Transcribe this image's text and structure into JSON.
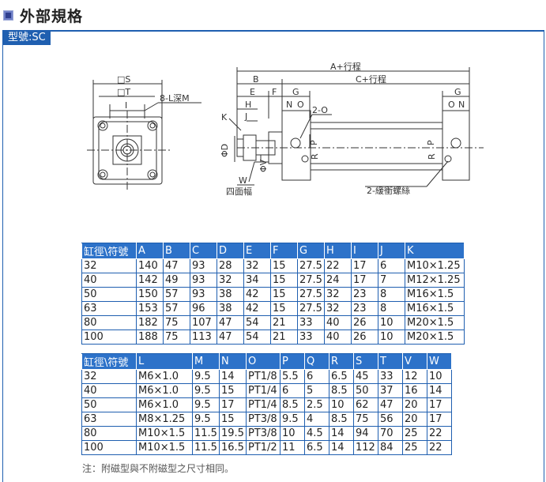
{
  "header": {
    "title": "外部規格"
  },
  "model_tag": "型號:SC",
  "drawing": {
    "front_labels": {
      "s": "□S",
      "t": "□T",
      "i": "I",
      "thread": "8-L深M"
    },
    "side_labels": {
      "a_stroke": "A+行程",
      "b": "B",
      "c_stroke": "C+行程",
      "g": "G",
      "e": "E",
      "f": "F",
      "h": "H",
      "k": "K",
      "j": "J",
      "n": "N",
      "o": "O",
      "port": "2-O",
      "d": "ΦD",
      "v": "ΦV",
      "w": "W",
      "four_face": "四面幅",
      "p": "P",
      "r": "R",
      "cushion": "2-緩衝螺絲"
    }
  },
  "table1": {
    "headers": [
      "缸徑\\符號",
      "A",
      "B",
      "C",
      "D",
      "E",
      "F",
      "G",
      "H",
      "I",
      "J",
      "K"
    ],
    "rows": [
      [
        "32",
        "140",
        "47",
        "93",
        "28",
        "32",
        "15",
        "27.5",
        "22",
        "17",
        "6",
        "M10×1.25"
      ],
      [
        "40",
        "142",
        "49",
        "93",
        "32",
        "34",
        "15",
        "27.5",
        "24",
        "17",
        "7",
        "M12×1.25"
      ],
      [
        "50",
        "150",
        "57",
        "93",
        "38",
        "42",
        "15",
        "27.5",
        "32",
        "23",
        "8",
        "M16×1.5"
      ],
      [
        "63",
        "153",
        "57",
        "96",
        "38",
        "42",
        "15",
        "27.5",
        "32",
        "23",
        "8",
        "M16×1.5"
      ],
      [
        "80",
        "182",
        "75",
        "107",
        "47",
        "54",
        "21",
        "33",
        "40",
        "26",
        "10",
        "M20×1.5"
      ],
      [
        "100",
        "188",
        "75",
        "113",
        "47",
        "54",
        "21",
        "33",
        "40",
        "26",
        "10",
        "M20×1.5"
      ]
    ]
  },
  "table2": {
    "headers": [
      "缸徑\\符號",
      "L",
      "M",
      "N",
      "O",
      "P",
      "Q",
      "R",
      "S",
      "T",
      "V",
      "W"
    ],
    "rows": [
      [
        "32",
        "M6×1.0",
        "9.5",
        "14",
        "PT1/8",
        "5.5",
        "6",
        "6.5",
        "45",
        "33",
        "12",
        "10"
      ],
      [
        "40",
        "M6×1.0",
        "9.5",
        "15",
        "PT1/4",
        "6",
        "5",
        "8.5",
        "50",
        "37",
        "16",
        "14"
      ],
      [
        "50",
        "M6×1.0",
        "9.5",
        "17",
        "PT1/4",
        "8.5",
        "2.5",
        "10",
        "62",
        "47",
        "20",
        "17"
      ],
      [
        "63",
        "M8×1.25",
        "9.5",
        "15",
        "PT3/8",
        "9.5",
        "4",
        "8.5",
        "75",
        "56",
        "20",
        "17"
      ],
      [
        "80",
        "M10×1.5",
        "11.5",
        "19.5",
        "PT3/8",
        "10",
        "4.5",
        "14",
        "94",
        "70",
        "25",
        "22"
      ],
      [
        "100",
        "M10×1.5",
        "11.5",
        "16.5",
        "PT1/2",
        "11",
        "6.5",
        "14",
        "112",
        "84",
        "25",
        "22"
      ]
    ]
  },
  "note": "注：附磁型與不附磁型之尺寸相同。",
  "colors": {
    "accent": "#2d72c9",
    "frame": "#1f5fb0"
  }
}
